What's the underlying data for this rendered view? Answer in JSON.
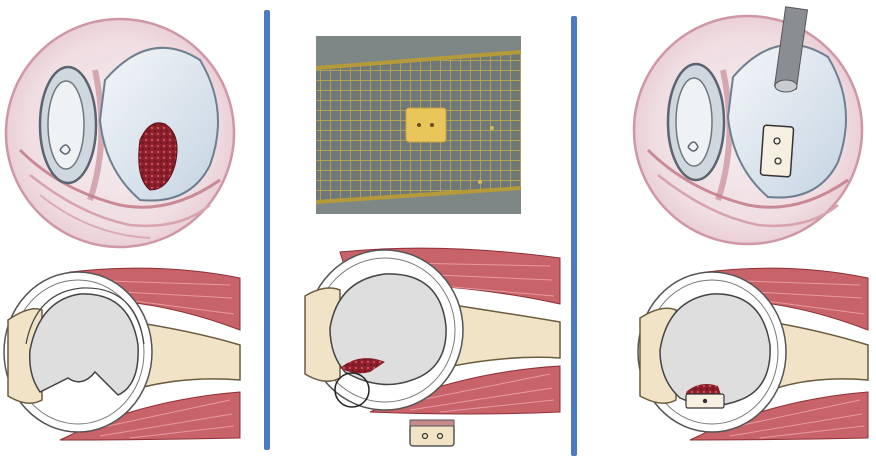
{
  "figure": {
    "panels": [
      {
        "id": "defect",
        "views": [
          "arthroscopic-view",
          "cross-section"
        ],
        "finding": "glenoid-bone-defect"
      },
      {
        "id": "graft",
        "views": [
          "photo-graft-on-mesh",
          "cross-section",
          "graft-block"
        ],
        "finding": "bone-block-graft"
      },
      {
        "id": "fixation",
        "views": [
          "arthroscopic-view",
          "cross-section"
        ],
        "finding": "graft-fixed-with-two-screws"
      }
    ],
    "colors": {
      "divider": "#4a7ac0",
      "muscle": "#c9636a",
      "muscle_dark": "#8e2f36",
      "bone": "#f1e3c6",
      "cartilage": "#e2e2e2",
      "defect": "#7a1c28",
      "graft": "#e9c65a",
      "mesh": "#b59a3a",
      "photo_bg": "#7d8786",
      "circle_rim": "#cf96a6",
      "instrument": "#8a8e93"
    }
  }
}
